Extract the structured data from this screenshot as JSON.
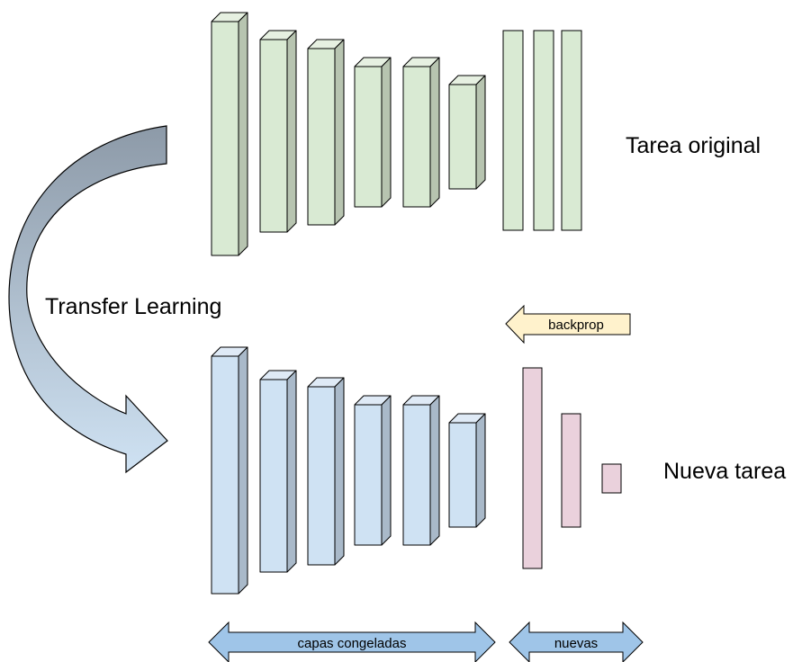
{
  "labels": {
    "original_task": "Tarea original",
    "new_task": "Nueva tarea",
    "transfer": "Transfer Learning",
    "backprop": "backprop",
    "frozen_layers": "capas congeladas",
    "new_layers": "nuevas"
  },
  "colors": {
    "original_front": "#d9ead3",
    "original_top": "#e6f0e1",
    "original_side": "#b7c4b0",
    "frozen_front": "#cfe2f3",
    "frozen_top": "#dfeaf6",
    "frozen_side": "#a9b9c9",
    "new_layer": "#ead1dc",
    "backprop_arrow": "#fff2cc",
    "span_arrow": "#9fc5e8",
    "curve_top": "#8d9aa8",
    "curve_bottom": "#cfe2f3",
    "stroke": "#000000"
  },
  "networks": {
    "original": {
      "name": "original-network",
      "conv_layers": 6,
      "dense_layers": 3
    },
    "new": {
      "name": "new-network",
      "conv_layers": 6,
      "dense_layers": 3
    }
  }
}
